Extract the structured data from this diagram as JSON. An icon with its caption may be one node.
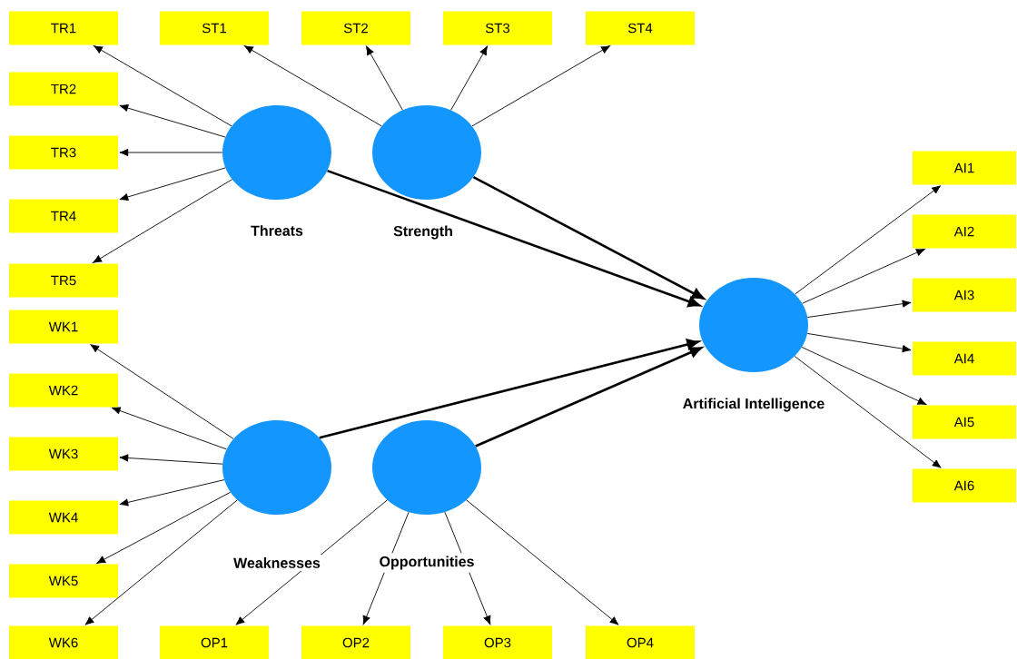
{
  "diagram": {
    "nodes": [
      {
        "text": [
          "Threats"
        ]
      },
      {
        "text": [
          "Strength"
        ]
      },
      {
        "text": [
          "Weaknesses"
        ]
      },
      {
        "text": [
          "Opportunities"
        ]
      },
      {
        "text": [
          "Artificial Intelligence"
        ]
      },
      {
        "text": [
          "TR1"
        ]
      },
      {
        "text": [
          "TR2"
        ]
      },
      {
        "text": [
          "TR3"
        ]
      },
      {
        "text": [
          "TR4"
        ]
      },
      {
        "text": [
          "TR5"
        ]
      },
      {
        "text": [
          "ST1"
        ]
      },
      {
        "text": [
          "ST2"
        ]
      },
      {
        "text": [
          "ST3"
        ]
      },
      {
        "text": [
          "ST4"
        ]
      },
      {
        "text": [
          "WK1"
        ]
      },
      {
        "text": [
          "WK2"
        ]
      },
      {
        "text": [
          "WK3"
        ]
      },
      {
        "text": [
          "WK4"
        ]
      },
      {
        "text": [
          "WK5"
        ]
      },
      {
        "text": [
          "WK6"
        ]
      },
      {
        "text": [
          "OP1"
        ]
      },
      {
        "text": [
          "OP2"
        ]
      },
      {
        "text": [
          "OP3"
        ]
      },
      {
        "text": [
          "OP4"
        ]
      },
      {
        "text": [
          "AI1"
        ]
      },
      {
        "text": [
          "AI2"
        ]
      },
      {
        "text": [
          "AI3"
        ]
      },
      {
        "text": [
          "AI4"
        ]
      },
      {
        "text": [
          "AI5"
        ]
      },
      {
        "text": [
          "AI6"
        ]
      }
    ],
    "edges": [
      {
        "from": 0,
        "to": 5,
        "arrow": "to"
      },
      {
        "from": 0,
        "to": 6,
        "arrow": "to"
      },
      {
        "from": 0,
        "to": 7,
        "arrow": "to"
      },
      {
        "from": 0,
        "to": 8,
        "arrow": "to"
      },
      {
        "from": 0,
        "to": 9,
        "arrow": "to"
      },
      {
        "from": 1,
        "to": 10,
        "arrow": "to"
      },
      {
        "from": 1,
        "to": 11,
        "arrow": "to"
      },
      {
        "from": 1,
        "to": 12,
        "arrow": "to"
      },
      {
        "from": 1,
        "to": 13,
        "arrow": "to"
      },
      {
        "from": 2,
        "to": 14,
        "arrow": "to"
      },
      {
        "from": 2,
        "to": 15,
        "arrow": "to"
      },
      {
        "from": 2,
        "to": 16,
        "arrow": "to"
      },
      {
        "from": 2,
        "to": 17,
        "arrow": "to"
      },
      {
        "from": 2,
        "to": 18,
        "arrow": "to"
      },
      {
        "from": 2,
        "to": 19,
        "arrow": "to"
      },
      {
        "from": 3,
        "to": 20,
        "arrow": "to"
      },
      {
        "from": 3,
        "to": 21,
        "arrow": "to"
      },
      {
        "from": 3,
        "to": 22,
        "arrow": "to"
      },
      {
        "from": 3,
        "to": 23,
        "arrow": "to"
      },
      {
        "from": 4,
        "to": 24,
        "arrow": "to"
      },
      {
        "from": 4,
        "to": 25,
        "arrow": "to"
      },
      {
        "from": 4,
        "to": 26,
        "arrow": "to"
      },
      {
        "from": 4,
        "to": 27,
        "arrow": "to"
      },
      {
        "from": 4,
        "to": 28,
        "arrow": "to"
      },
      {
        "from": 4,
        "to": 29,
        "arrow": "to"
      },
      {
        "from": 0,
        "to": 4,
        "arrow": "to",
        "style": "thick"
      },
      {
        "from": 1,
        "to": 4,
        "arrow": "to",
        "style": "thick"
      },
      {
        "from": 2,
        "to": 4,
        "arrow": "to",
        "style": "thick"
      },
      {
        "from": 3,
        "to": 4,
        "arrow": "to",
        "style": "thick"
      }
    ]
  }
}
